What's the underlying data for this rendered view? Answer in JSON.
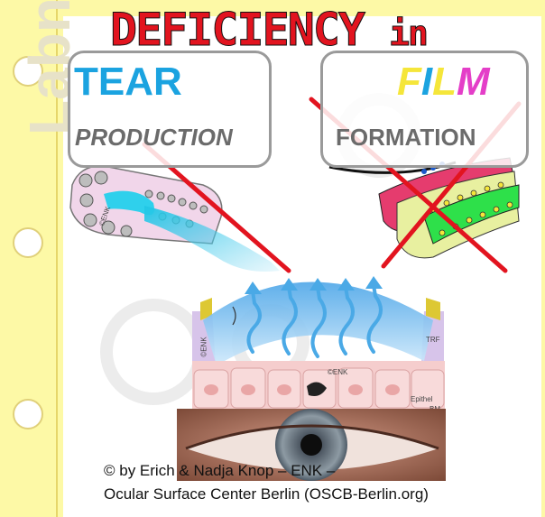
{
  "headline": {
    "main": "DEFICIENCY",
    "suffix": "in"
  },
  "left_box": {
    "word1": "TEAR",
    "word2": "PRODUCTION"
  },
  "right_box": {
    "letters": [
      {
        "char": "F",
        "color": "#f5e63a"
      },
      {
        "char": "I",
        "color": "#1ba3e0"
      },
      {
        "char": "L",
        "color": "#f5e63a"
      },
      {
        "char": "M",
        "color": "#e43ec8"
      }
    ],
    "word2": "FORMATION"
  },
  "watermark": "Labnotes",
  "labels": {
    "enk_gland": "©ENK",
    "enk_surface": "©ENK",
    "enk_center": "©ENK",
    "trf": "TRF",
    "epithel": "Epithel",
    "bm": "BM"
  },
  "credit": {
    "line1": "© by Erich & Nadja Knop – ENK –",
    "line2": "Ocular Surface Center Berlin (OSCB-Berlin.org)"
  },
  "colors": {
    "cross": "#e2141f",
    "tear_blue": "#1ba3e0",
    "note_yellow": "#fdf9a6"
  }
}
